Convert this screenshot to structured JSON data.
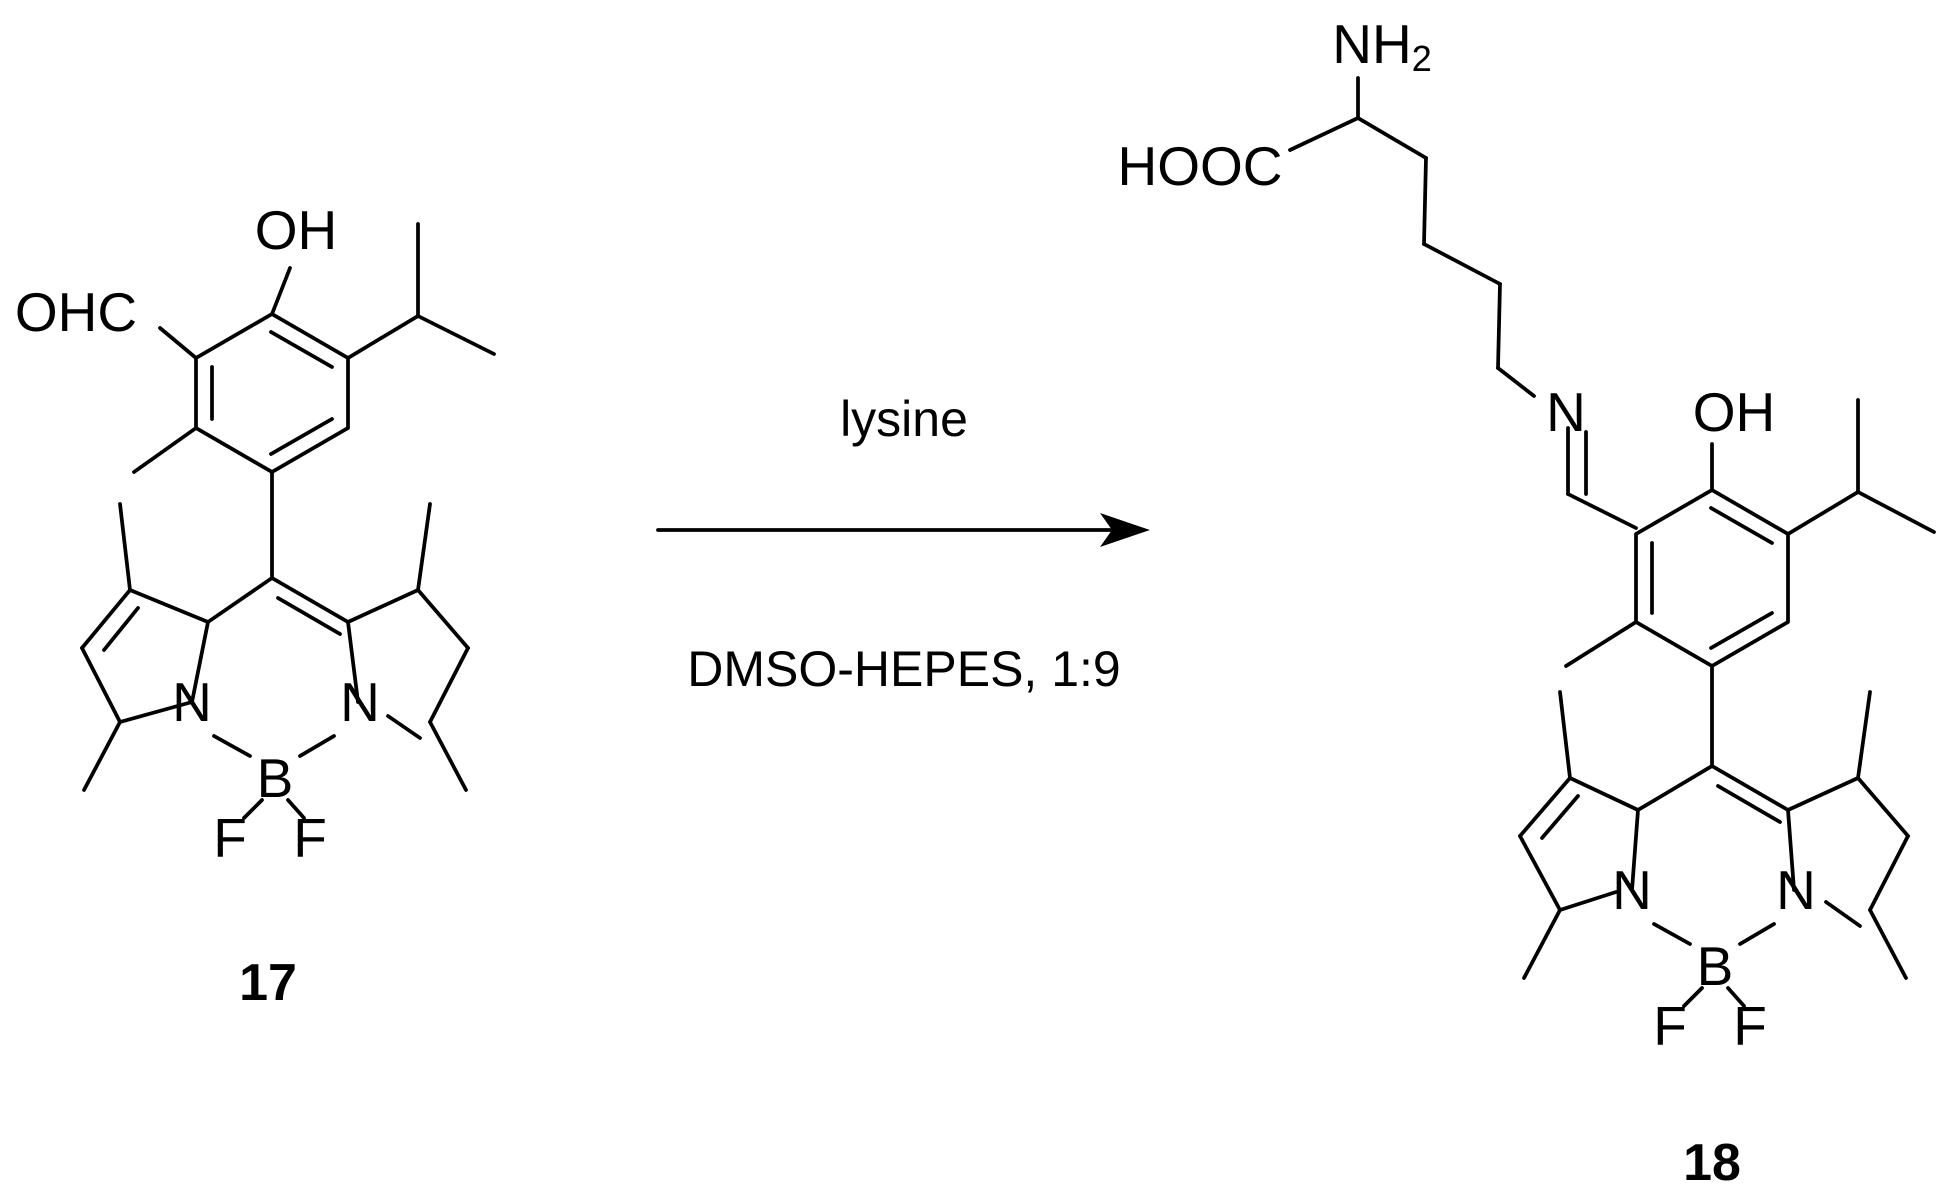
{
  "reaction": {
    "reagent": "lysine",
    "conditions": "DMSO-HEPES, 1:9"
  },
  "reactant": {
    "label": "17",
    "atoms": {
      "aldehyde": "OHC",
      "hydroxyl": "OH",
      "nitrogen": "N",
      "boron": "B",
      "fluorine": "F"
    }
  },
  "product": {
    "label": "18",
    "atoms": {
      "amine": "NH",
      "amine_sub": "2",
      "acid": "HOOC",
      "imine": "N",
      "hydroxyl": "OH",
      "nitrogen": "N",
      "boron": "B",
      "fluorine": "F"
    }
  }
}
